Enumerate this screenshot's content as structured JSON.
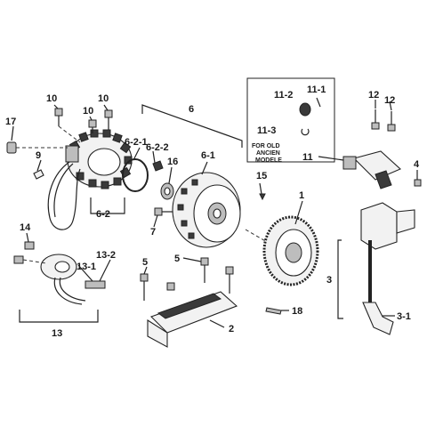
{
  "labels": {
    "l1": "1",
    "l2": "2",
    "l3": "3",
    "l3_1": "3-1",
    "l4": "4",
    "l5a": "5",
    "l5b": "5",
    "l6": "6",
    "l6_1": "6-1",
    "l6_2": "6-2",
    "l6_2_1": "6-2-1",
    "l6_2_2": "6-2-2",
    "l7": "7",
    "l9": "9",
    "l10a": "10",
    "l10b": "10",
    "l10c": "10",
    "l11": "11",
    "l11_1": "11-1",
    "l11_2": "11-2",
    "l11_3": "11-3",
    "l12a": "12",
    "l12b": "12",
    "l13": "13",
    "l13_1": "13-1",
    "l13_2": "13-2",
    "l14": "14",
    "l15": "15",
    "l16": "16",
    "l17": "17",
    "l18": "18"
  },
  "note": {
    "line1": "FOR OLD",
    "line2": "ANCIEN",
    "line3": "MODELE"
  }
}
